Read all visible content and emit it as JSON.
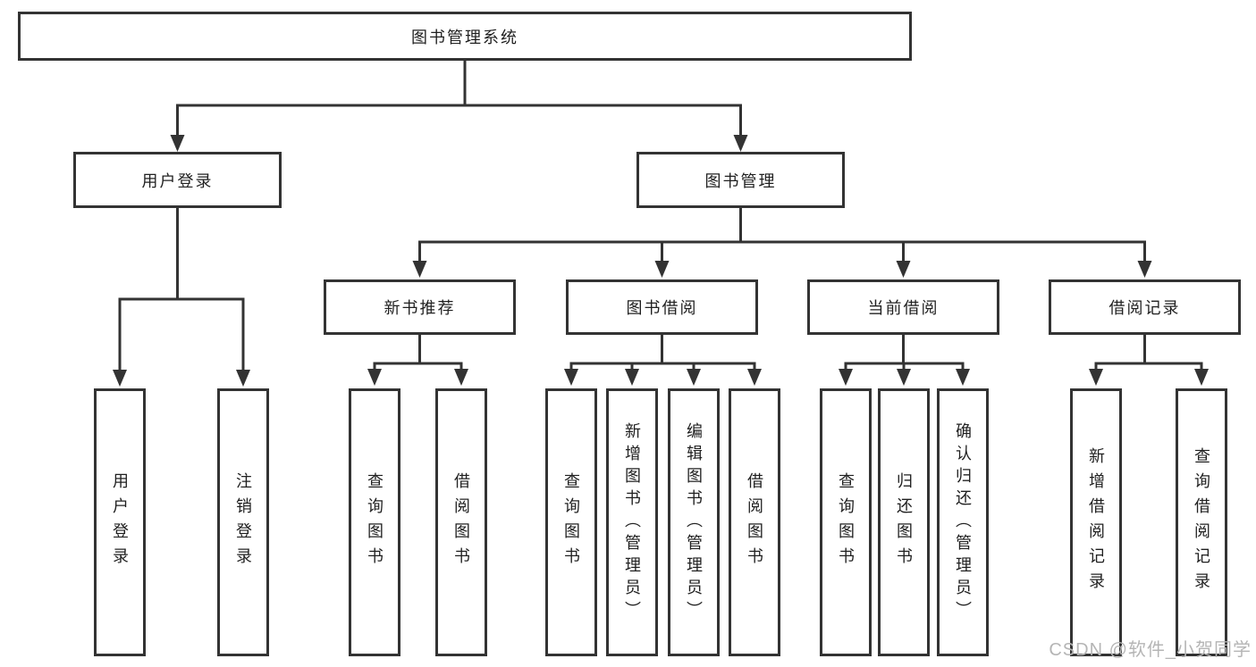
{
  "tree": {
    "root": "图书管理系统",
    "level2": {
      "user_login": "用户登录",
      "book_mgmt": "图书管理"
    },
    "level3": {
      "new_book_rec": "新书推荐",
      "book_borrow": "图书借阅",
      "current_borrow": "当前借阅",
      "borrow_records": "借阅记录"
    },
    "leaves": {
      "user_login": [
        "用户登录",
        "注销登录"
      ],
      "new_book_rec": [
        "查询图书",
        "借阅图书"
      ],
      "book_borrow": [
        "查询图书",
        "新增图书（管理员）",
        "编辑图书（管理员）",
        "借阅图书"
      ],
      "current_borrow": [
        "查询图书",
        "归还图书",
        "确认归还（管理员）"
      ],
      "borrow_records": [
        "新增借阅记录",
        "查询借阅记录"
      ]
    }
  },
  "watermark": "CSDN @软件_小贺同学",
  "colors": {
    "line": "#333333",
    "box_border": "#333333",
    "text": "#1f1f1f",
    "watermark": "#b5b5b5",
    "background": "#ffffff"
  }
}
